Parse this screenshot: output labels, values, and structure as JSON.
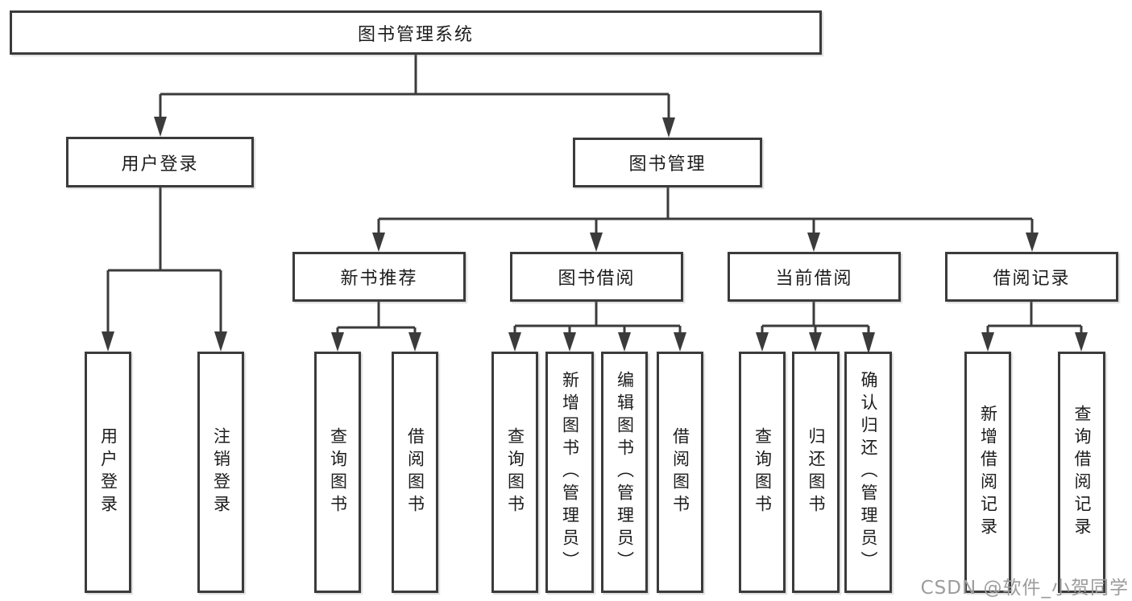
{
  "diagram": {
    "root": {
      "label": "图书管理系统"
    },
    "branches": [
      {
        "label": "用户登录",
        "children": [
          {
            "label": "用户登录"
          },
          {
            "label": "注销登录"
          }
        ]
      },
      {
        "label": "图书管理",
        "children": [
          {
            "label": "新书推荐",
            "children": [
              {
                "label": "查询图书"
              },
              {
                "label": "借阅图书"
              }
            ]
          },
          {
            "label": "图书借阅",
            "children": [
              {
                "label": "查询图书"
              },
              {
                "label": "新增图书（管理员）"
              },
              {
                "label": "编辑图书（管理员）"
              },
              {
                "label": "借阅图书"
              }
            ]
          },
          {
            "label": "当前借阅",
            "children": [
              {
                "label": "查询图书"
              },
              {
                "label": "归还图书"
              },
              {
                "label": "确认归还（管理员）"
              }
            ]
          },
          {
            "label": "借阅记录",
            "children": [
              {
                "label": "新增借阅记录"
              },
              {
                "label": "查询借阅记录"
              }
            ]
          }
        ]
      }
    ]
  },
  "watermark": {
    "text": "CSDN @软件_小贺同学"
  },
  "colors": {
    "line": "#3b3b3b",
    "box_fill": "#ffffff",
    "text": "#1c1c1c",
    "watermark": "#9c9c9c",
    "background": "#ffffff"
  }
}
